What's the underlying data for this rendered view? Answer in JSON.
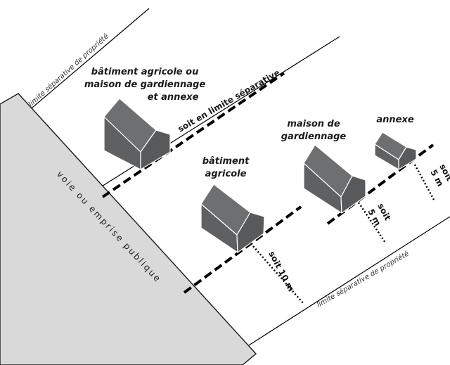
{
  "labels": {
    "property_limit_top": "limite séparative de propriété",
    "property_limit_bottom": "limite séparative de propriété",
    "road": "voie ou emprise publique",
    "building_on_limit_line1": "bâtiment agricole ou",
    "building_on_limit_line2": "maison de gardiennage",
    "building_on_limit_line3": "et annexe",
    "on_limit": "soit en limite séparative",
    "agricultural_line1": "bâtiment",
    "agricultural_line2": "agricole",
    "agricultural_distance": "soit 10 m",
    "guard_house_line1": "maison de",
    "guard_house_line2": "gardiennage",
    "guard_house_distance_line1": "soit",
    "guard_house_distance_line2": "5 m",
    "annex": "annexe",
    "annex_distance_line1": "soit",
    "annex_distance_line2": "5 m"
  },
  "colors": {
    "road_fill": "#d9d9d9",
    "building_front": "#5f6062",
    "building_roof": "#6e6f71",
    "building_outline": "#ffffff",
    "line": "#000000"
  }
}
